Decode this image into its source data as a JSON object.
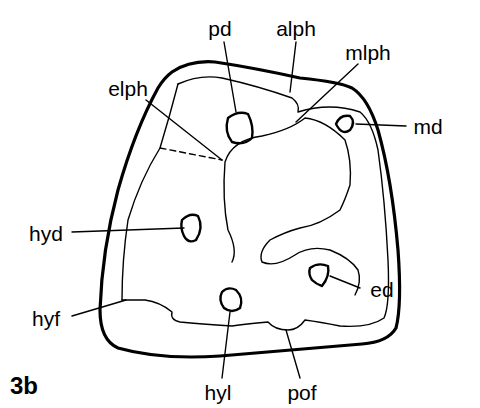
{
  "diagram": {
    "labels": [
      "pd",
      "alph",
      "mlph",
      "elph",
      "md",
      "hyd",
      "hyf",
      "ed",
      "hyl",
      "pof",
      "3b"
    ]
  }
}
